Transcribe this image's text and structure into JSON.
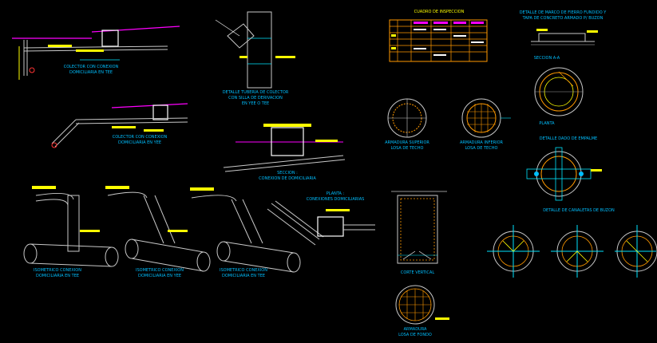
{
  "colors": {
    "background": "#000000",
    "pipe": "#c8c8c8",
    "dim": "#00e5ff",
    "label": "#00bfff",
    "yellow": "#ffff00",
    "magenta": "#ff00ff",
    "orange": "#ff9900",
    "red": "#ff3333",
    "white": "#ffffff",
    "green": "#33ff66"
  },
  "labels": {
    "colector_tee": "COLECTOR CON CONEXION",
    "colector_tee_2": "DOMICILIARIA EN TEE",
    "colector_yee": "COLECTOR CON CONEXION",
    "colector_yee_2": "DOMICILIARIA EN YEE",
    "detalle_tuberia": "DETALLE TUBERIA DE COLECTOR",
    "detalle_tuberia_2": "CON SILLA DE DERIVACION",
    "detalle_tuberia_3": "EN YEE O TEE",
    "seccion_conexion": "SECCION :",
    "seccion_conexion_2": "CONEXION DE DOMICILIARIA",
    "planta_conexiones": "PLANTA :",
    "planta_conexiones_2": "CONEXIONES DOMICILIARIAS",
    "iso_tee": "ISOMETRICO CONEXION",
    "iso_tee_2": "DOMICILIARIA EN TEE",
    "iso_yee": "ISOMETRICO CONEXION",
    "iso_yee_2": "DOMICILIARIA EN YEE",
    "iso_tee_b": "ISOMETRICO CONEXION",
    "iso_tee_b_2": "DOMICILIARIA EN TEE",
    "cuadro_inspeccion": "CUADRO DE INSPECCION",
    "armadura_superior": "ARMADURA SUPERIOR",
    "armadura_superior_2": "LOSA DE TECHO",
    "armadura_inferior": "ARMADURA INFERIOR",
    "armadura_inferior_2": "LOSA DE TECHO",
    "corte_vertical": "CORTE VERTICAL",
    "armadura_fondo": "ARMADURA",
    "armadura_fondo_2": "LOSA DE FONDO",
    "detalle_marco": "DETALLE DE MARCO DE FIERRO FUNDIDO Y",
    "detalle_marco_2": "TAPA DE CONCRETO ARMADO P/ BUZON",
    "seccion_aa": "SECCION A-A",
    "planta": "PLANTA",
    "dado_empalme": "DETALLE DADO DE EMPALME",
    "canaletas": "DETALLE DE CANALETAS DE BUZON"
  }
}
